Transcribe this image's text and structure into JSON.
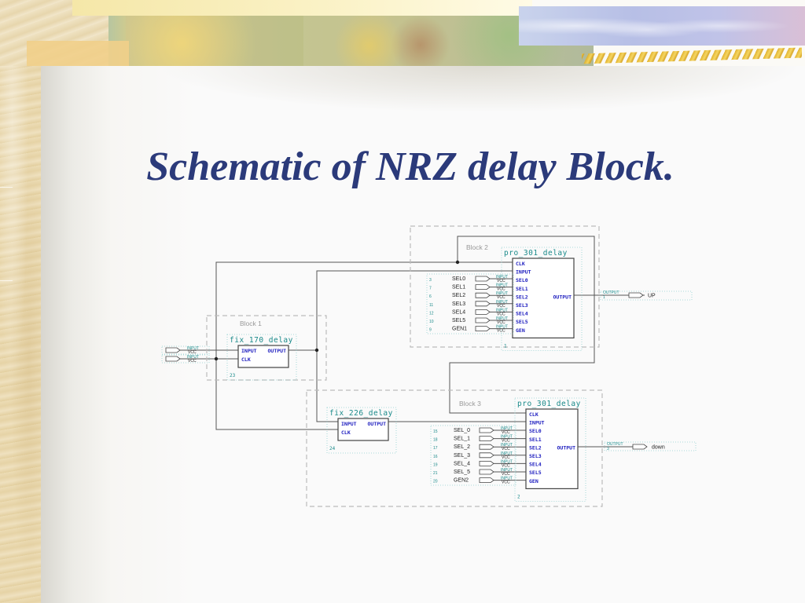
{
  "slide": {
    "title": "Schematic of NRZ delay Block.",
    "title_color": "#2b3a7a"
  },
  "schematic": {
    "wire_color": "#555555",
    "block_border_color": "#bcbcbc",
    "instance_label_color": "#1a8a8a",
    "port_label_color": "#2020c0",
    "top_inputs": [
      {
        "io_label": "INPUT",
        "vcc_label": "VCC"
      },
      {
        "io_label": "INPUT",
        "vcc_label": "VCC"
      }
    ],
    "block1": {
      "label": "Block 1",
      "component": {
        "name": "fix_170_delay",
        "instance": "23",
        "ports_left": [
          "INPUT",
          "CLK"
        ],
        "ports_right": [
          "OUTPUT"
        ]
      }
    },
    "block2": {
      "label": "Block 2",
      "component": {
        "name": "pro_301_delay",
        "instance": "1",
        "ports_left": [
          "CLK",
          "INPUT",
          "SEL0",
          "SEL1",
          "SEL2",
          "SEL3",
          "SEL4",
          "SEL5",
          "GEN"
        ],
        "ports_right": [
          "OUTPUT"
        ]
      },
      "inputs": [
        {
          "pin": "3",
          "name": "SEL0",
          "io_label": "INPUT",
          "vcc_label": "VCC"
        },
        {
          "pin": "7",
          "name": "SEL1",
          "io_label": "INPUT",
          "vcc_label": "VCC"
        },
        {
          "pin": "6",
          "name": "SEL2",
          "io_label": "INPUT",
          "vcc_label": "VCC"
        },
        {
          "pin": "11",
          "name": "SEL3",
          "io_label": "INPUT",
          "vcc_label": "VCC"
        },
        {
          "pin": "12",
          "name": "SEL4",
          "io_label": "INPUT",
          "vcc_label": "VCC"
        },
        {
          "pin": "10",
          "name": "SEL5",
          "io_label": "INPUT",
          "vcc_label": "VCC"
        },
        {
          "pin": "9",
          "name": "GEN1",
          "io_label": "INPUT",
          "vcc_label": "VCC"
        }
      ],
      "output": {
        "io_label": "OUTPUT",
        "pin": "1",
        "name": "UP"
      }
    },
    "block3": {
      "label": "Block 3",
      "delay_component": {
        "name": "fix_226_delay",
        "instance": "24",
        "ports_left": [
          "INPUT",
          "CLK"
        ],
        "ports_right": [
          "OUTPUT"
        ]
      },
      "component": {
        "name": "pro_301_delay",
        "instance": "2",
        "ports_left": [
          "CLK",
          "INPUT",
          "SEL0",
          "SEL1",
          "SEL2",
          "SEL3",
          "SEL4",
          "SEL5",
          "GEN"
        ],
        "ports_right": [
          "OUTPUT"
        ]
      },
      "inputs": [
        {
          "pin": "15",
          "name": "SEL_0",
          "io_label": "INPUT",
          "vcc_label": "VCC"
        },
        {
          "pin": "18",
          "name": "SEL_1",
          "io_label": "INPUT",
          "vcc_label": "VCC"
        },
        {
          "pin": "17",
          "name": "SEL_2",
          "io_label": "INPUT",
          "vcc_label": "VCC"
        },
        {
          "pin": "16",
          "name": "SEL_3",
          "io_label": "INPUT",
          "vcc_label": "VCC"
        },
        {
          "pin": "19",
          "name": "SEL_4",
          "io_label": "INPUT",
          "vcc_label": "VCC"
        },
        {
          "pin": "21",
          "name": "SEL_5",
          "io_label": "INPUT",
          "vcc_label": "VCC"
        },
        {
          "pin": "20",
          "name": "GEN2",
          "io_label": "INPUT",
          "vcc_label": "VCC"
        }
      ],
      "output": {
        "io_label": "OUTPUT",
        "pin": "3",
        "name": "down"
      }
    }
  }
}
